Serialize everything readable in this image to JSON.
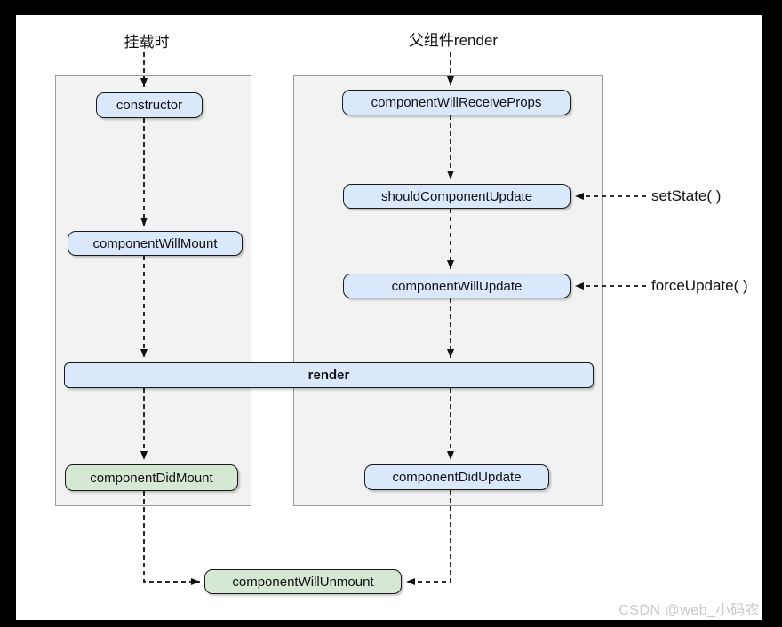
{
  "diagram": {
    "headings": {
      "mount": "挂载时",
      "parent_render": "父组件render"
    },
    "nodes": {
      "constructor": "constructor",
      "componentWillMount": "componentWillMount",
      "componentDidMount": "componentDidMount",
      "componentWillReceiveProps": "componentWillReceiveProps",
      "shouldComponentUpdate": "shouldComponentUpdate",
      "componentWillUpdate": "componentWillUpdate",
      "componentDidUpdate": "componentDidUpdate",
      "render": "render",
      "componentWillUnmount": "componentWillUnmount"
    },
    "annotations": {
      "set_state": "setState( )",
      "force_update": "forceUpdate( )"
    },
    "edges": [
      {
        "from": "挂载时",
        "to": "constructor",
        "style": "dashed-arrow"
      },
      {
        "from": "constructor",
        "to": "componentWillMount",
        "style": "dashed-arrow"
      },
      {
        "from": "componentWillMount",
        "to": "render",
        "style": "dashed-arrow"
      },
      {
        "from": "render",
        "to": "componentDidMount",
        "style": "dashed-arrow"
      },
      {
        "from": "componentDidMount",
        "to": "componentWillUnmount",
        "style": "dashed-arrow-elbow"
      },
      {
        "from": "父组件render",
        "to": "componentWillReceiveProps",
        "style": "dashed-arrow"
      },
      {
        "from": "componentWillReceiveProps",
        "to": "shouldComponentUpdate",
        "style": "dashed-arrow"
      },
      {
        "from": "setState( )",
        "to": "shouldComponentUpdate",
        "style": "dashed-arrow"
      },
      {
        "from": "shouldComponentUpdate",
        "to": "componentWillUpdate",
        "style": "dashed-arrow"
      },
      {
        "from": "forceUpdate( )",
        "to": "componentWillUpdate",
        "style": "dashed-arrow"
      },
      {
        "from": "componentWillUpdate",
        "to": "render",
        "style": "dashed-arrow"
      },
      {
        "from": "render",
        "to": "componentDidUpdate",
        "style": "dashed-arrow"
      },
      {
        "from": "componentDidUpdate",
        "to": "componentWillUnmount",
        "style": "dashed-arrow-elbow"
      }
    ],
    "colors": {
      "blue_fill": "#dae8fc",
      "green_fill": "#d5e8d4",
      "panel_fill": "#f2f2f2",
      "panel_border": "#9a9a9a",
      "node_border": "#1a1a1a",
      "arrow": "#111111",
      "frame": "#000000",
      "watermark_color": "#c9c9c9"
    },
    "watermark": "CSDN @web_小码农"
  }
}
